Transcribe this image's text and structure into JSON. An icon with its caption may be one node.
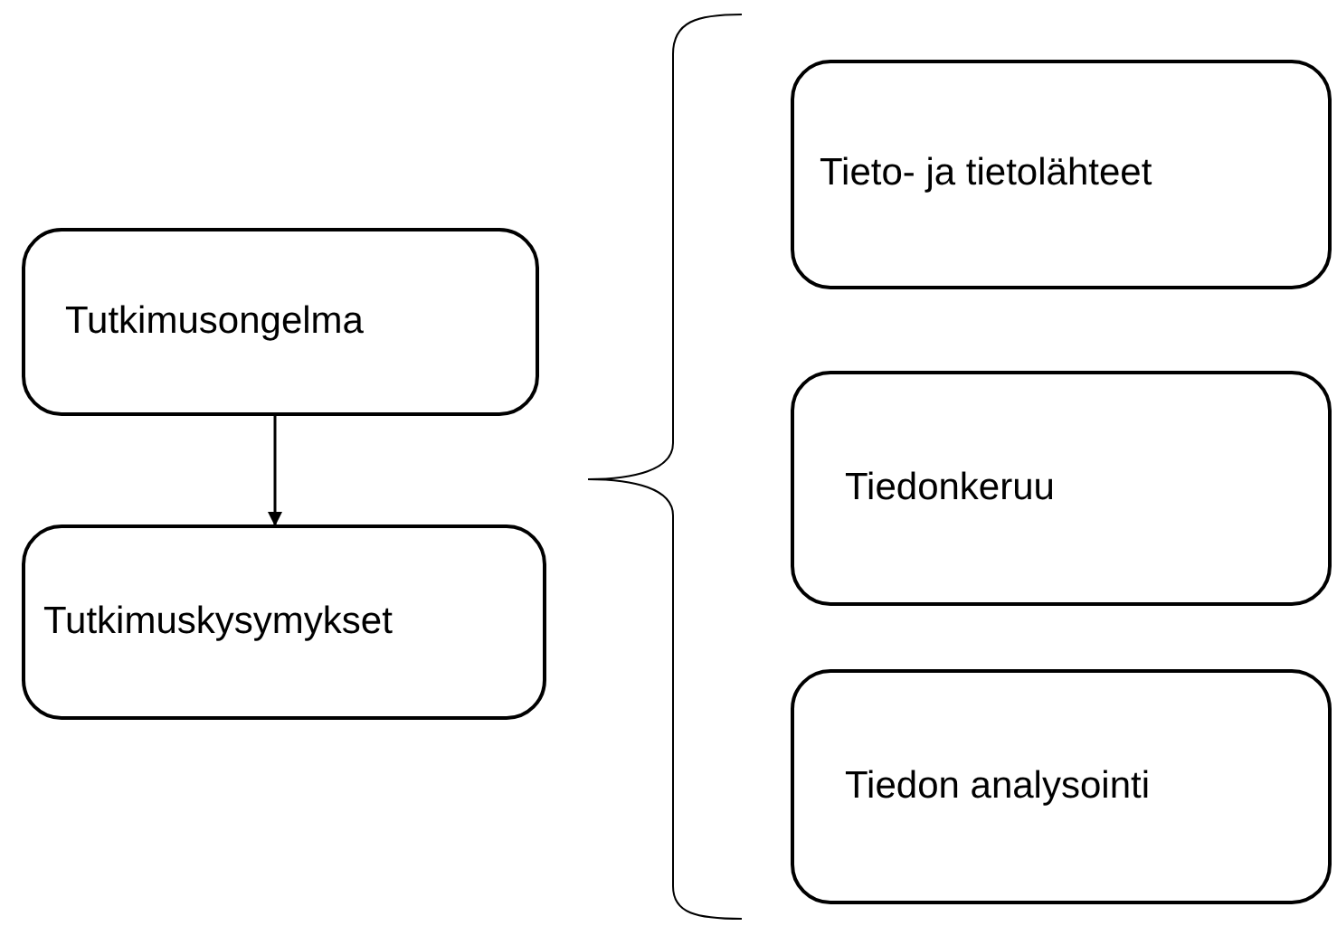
{
  "diagram": {
    "nodes": [
      {
        "text": [
          "Tutkimusongelma"
        ]
      },
      {
        "text": [
          "Tutkimuskysymykset"
        ]
      },
      {
        "text": [
          "Tieto- ja tietolähteet"
        ]
      },
      {
        "text": [
          "Tiedonkeruu"
        ]
      },
      {
        "text": [
          "Tiedon analysointi"
        ]
      }
    ],
    "edges": [
      {
        "from": 0,
        "to": 1,
        "arrow": "to"
      }
    ]
  }
}
